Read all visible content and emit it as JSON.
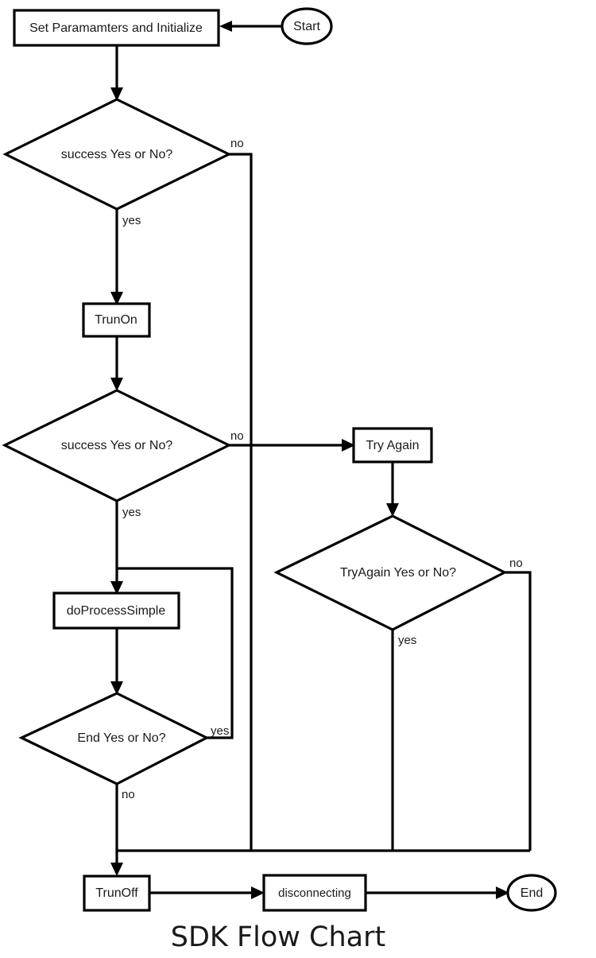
{
  "diagram": {
    "title": "SDK Flow Chart",
    "type": "flowchart",
    "orientation": "top-to-bottom",
    "background_color": "#ffffff",
    "line_color": "#000000",
    "text_color": "#1a1a1a",
    "nodes": [
      {
        "id": "start",
        "label": "Start",
        "shape": "ellipse"
      },
      {
        "id": "setparams",
        "label": "Set Paramamters and Initialize",
        "shape": "rectangle"
      },
      {
        "id": "success1",
        "label": "success Yes or No?",
        "shape": "diamond"
      },
      {
        "id": "trunon",
        "label": "TrunOn",
        "shape": "rectangle"
      },
      {
        "id": "success2",
        "label": "success Yes or No?",
        "shape": "diamond"
      },
      {
        "id": "tryagainbox",
        "label": "Try Again",
        "shape": "rectangle"
      },
      {
        "id": "tryagaindec",
        "label": "TryAgain Yes or No?",
        "shape": "diamond"
      },
      {
        "id": "doprocess",
        "label": "doProcessSimple",
        "shape": "rectangle"
      },
      {
        "id": "enddec",
        "label": "End Yes or No?",
        "shape": "diamond"
      },
      {
        "id": "trunoff",
        "label": "TrunOff",
        "shape": "rectangle"
      },
      {
        "id": "disconnect",
        "label": "disconnecting",
        "shape": "rectangle"
      },
      {
        "id": "end",
        "label": "End",
        "shape": "ellipse"
      }
    ],
    "edges": [
      {
        "from": "start",
        "to": "setparams",
        "label": ""
      },
      {
        "from": "setparams",
        "to": "success1",
        "label": ""
      },
      {
        "from": "success1",
        "to": "trunon",
        "label": "yes"
      },
      {
        "from": "success1",
        "to": "trunoff",
        "label": "no"
      },
      {
        "from": "trunon",
        "to": "success2",
        "label": ""
      },
      {
        "from": "success2",
        "to": "doprocess",
        "label": "yes"
      },
      {
        "from": "success2",
        "to": "tryagainbox",
        "label": "no"
      },
      {
        "from": "tryagainbox",
        "to": "tryagaindec",
        "label": ""
      },
      {
        "from": "tryagaindec",
        "to": "trunoff",
        "label": "yes"
      },
      {
        "from": "tryagaindec",
        "to": "trunoff",
        "label": "no"
      },
      {
        "from": "doprocess",
        "to": "enddec",
        "label": ""
      },
      {
        "from": "enddec",
        "to": "doprocess",
        "label": "yes"
      },
      {
        "from": "enddec",
        "to": "trunoff",
        "label": "no"
      },
      {
        "from": "trunoff",
        "to": "disconnect",
        "label": ""
      },
      {
        "from": "disconnect",
        "to": "end",
        "label": ""
      }
    ],
    "edge_labels": {
      "success1_no": "no",
      "success1_yes": "yes",
      "success2_no": "no",
      "success2_yes": "yes",
      "tryagain_no": "no",
      "tryagain_yes": "yes",
      "enddec_yes": "yes",
      "enddec_no": "no"
    }
  }
}
